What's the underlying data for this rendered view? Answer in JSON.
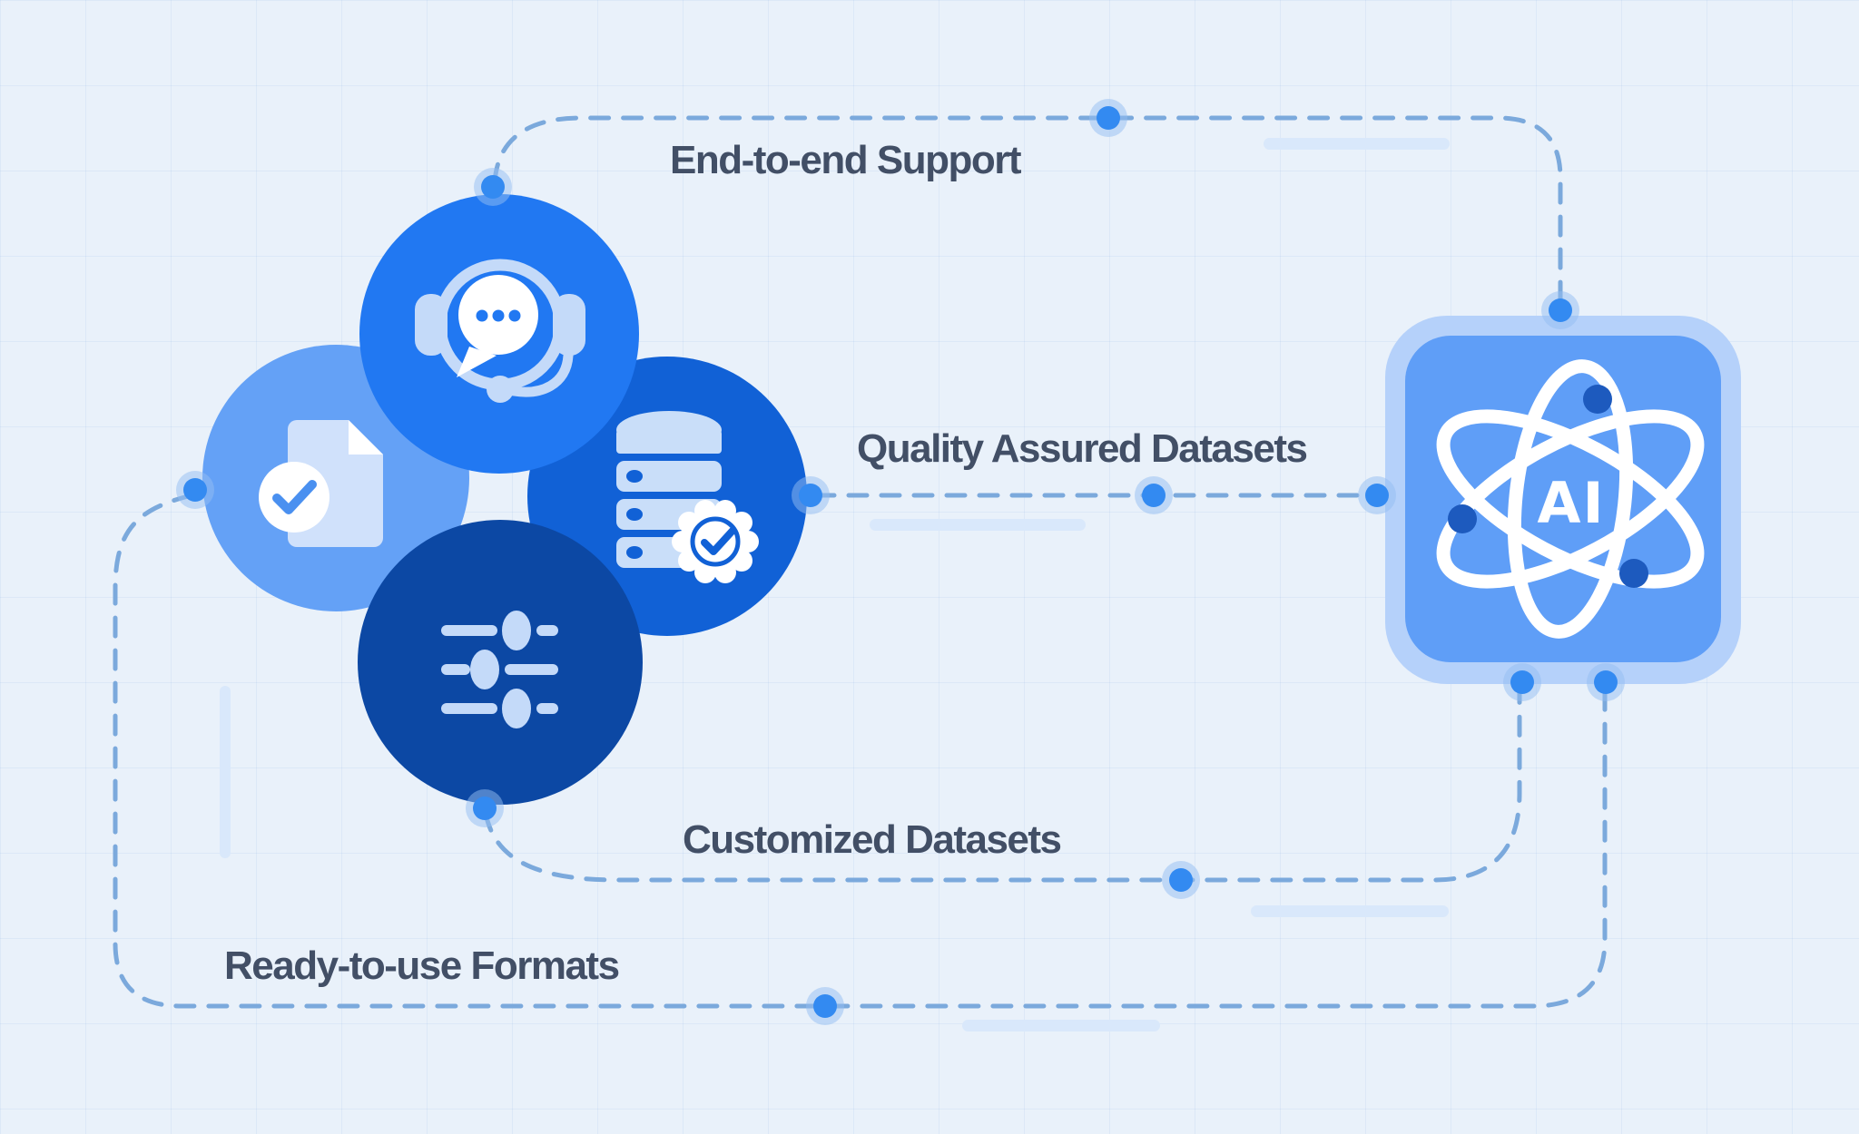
{
  "diagram": {
    "type": "infographic",
    "ai_badge": {
      "text": "AI",
      "icon": "ai-atom-icon"
    },
    "labels": {
      "end_to_end": "End-to-end Support",
      "quality": "Quality Assured Datasets",
      "customized": "Customized Datasets",
      "ready": "Ready-to-use Formats"
    },
    "nodes": [
      {
        "id": "support",
        "icon": "headset-chat-icon",
        "label_key": "end_to_end"
      },
      {
        "id": "database",
        "icon": "database-quality-badge-icon",
        "label_key": "quality"
      },
      {
        "id": "sliders",
        "icon": "sliders-settings-icon",
        "label_key": "customized"
      },
      {
        "id": "document",
        "icon": "document-check-icon",
        "label_key": "ready"
      }
    ],
    "connectors": [
      {
        "from": "support",
        "to": "ai_badge",
        "label_key": "end_to_end"
      },
      {
        "from": "database",
        "to": "ai_badge",
        "label_key": "quality"
      },
      {
        "from": "sliders",
        "to": "ai_badge",
        "label_key": "customized"
      },
      {
        "from": "document",
        "to": "ai_badge",
        "label_key": "ready"
      }
    ],
    "colors": {
      "bg": "#e9f1fa",
      "grid": "rgba(140,180,225,0.14)",
      "streak": "#d9e8fb",
      "dash": "#7ba9dc",
      "dot_core": "#338af1",
      "dot_halo": "rgba(147,190,242,0.5)",
      "text_dark": "#424f66",
      "node_support": "#2178f2",
      "node_document": "#64a1f6",
      "node_database": "#1161d6",
      "node_sliders": "#0c48a4",
      "icon_light": "#c4daf9",
      "page_light": "#d0e1fb",
      "cylinder_light": "#c9def9",
      "white": "#ffffff",
      "check_doc": "#4a90f0",
      "ai_outer": "#b5d1fa",
      "ai_inner": "#5f9ef7",
      "electron": "#1d5abe"
    }
  }
}
